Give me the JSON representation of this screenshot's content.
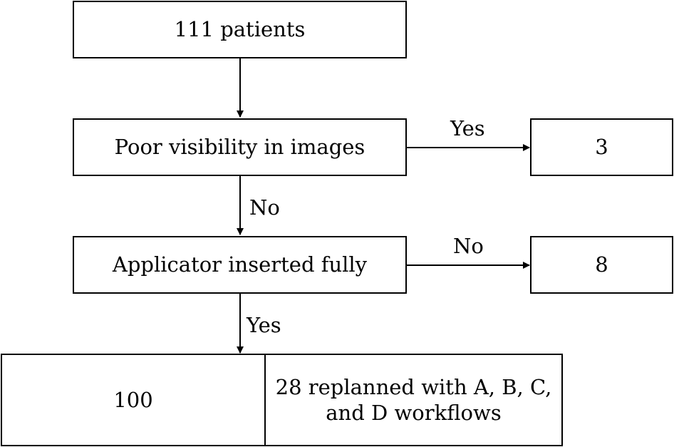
{
  "nodes": {
    "start": "111 patients",
    "visibility_check": "Poor visibility in images",
    "visibility_excluded": "3",
    "applicator_check": "Applicator inserted fully",
    "applicator_excluded": "8",
    "included": "100",
    "replanned": "28 replanned with A, B, C, and D workflows"
  },
  "edges": {
    "visibility_yes": "Yes",
    "visibility_no": "No",
    "applicator_no": "No",
    "applicator_yes": "Yes"
  }
}
